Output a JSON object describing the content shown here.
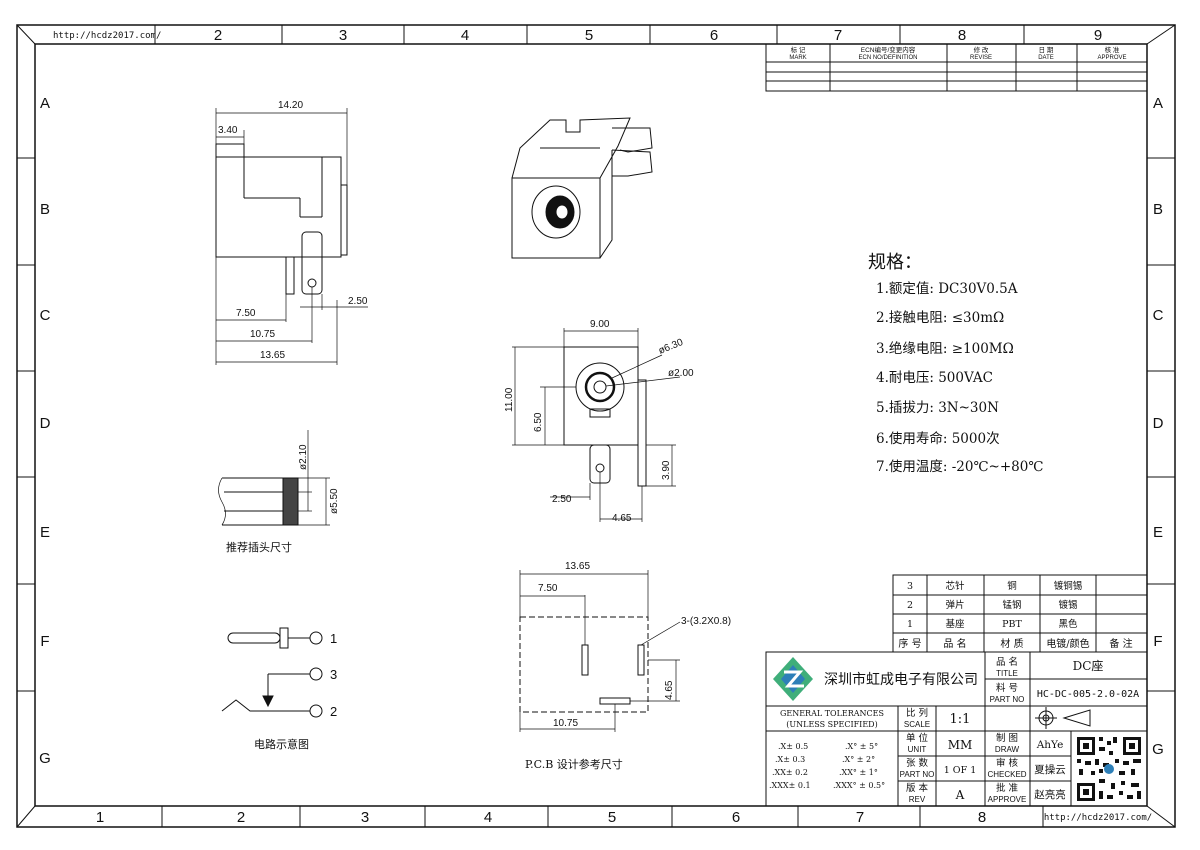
{
  "frame": {
    "url": "http://hcdz2017.com/",
    "cols": [
      "2",
      "3",
      "4",
      "5",
      "6",
      "7",
      "8",
      "9"
    ],
    "bottom_cols": [
      "1",
      "2",
      "3",
      "4",
      "5",
      "6",
      "7",
      "8"
    ],
    "rows": [
      "A",
      "B",
      "C",
      "D",
      "E",
      "F",
      "G"
    ]
  },
  "revision_block": {
    "headers": [
      {
        "cn": "标 记",
        "en": "MARK"
      },
      {
        "cn": "ECN编号/变更内容",
        "en": "ECN NO/DEFINITION"
      },
      {
        "cn": "修 改",
        "en": "REVISE"
      },
      {
        "cn": "日 期",
        "en": "DATE"
      },
      {
        "cn": "核 准",
        "en": "APPROVE"
      }
    ]
  },
  "side_view": {
    "dims": [
      "14.20",
      "3.40",
      "7.50",
      "2.50",
      "10.75",
      "13.65"
    ]
  },
  "front_view": {
    "dims": [
      "9.00",
      "ø6.30",
      "ø2.00",
      "11.00",
      "6.50",
      "3.90",
      "2.50",
      "4.65"
    ]
  },
  "plug_view": {
    "dims": [
      "ø2.10",
      "ø5.50"
    ],
    "caption": "推荐插头尺寸"
  },
  "pcb_view": {
    "dims": [
      "13.65",
      "7.50",
      "3-(3.2X0.8)",
      "4.65",
      "10.75"
    ],
    "caption": "P.C.B 设计参考尺寸"
  },
  "circuit": {
    "pins": [
      "1",
      "3",
      "2"
    ],
    "caption": "电路示意图"
  },
  "specs": {
    "title": "规格：",
    "items": [
      "1.额定值: DC30V0.5A",
      "2.接触电阻: ≤30mΩ",
      "3.绝缘电阻: ≥100MΩ",
      "4.耐电压: 500VAC",
      "5.插拔力: 3N~30N",
      "6.使用寿命: 5000次",
      "7.使用温度: -20℃~+80℃"
    ]
  },
  "bom": {
    "rows": [
      [
        "3",
        "芯针",
        "铜",
        "镀铜锡",
        ""
      ],
      [
        "2",
        "弹片",
        "锰钢",
        "镀锡",
        ""
      ],
      [
        "1",
        "基座",
        "PBT",
        "黑色",
        ""
      ]
    ],
    "header": [
      "序 号",
      "品 名",
      "材 质",
      "电镀/颜色",
      "备 注"
    ]
  },
  "title_block": {
    "company": "深圳市虹成电子有限公司",
    "name_label": {
      "cn": "品 名",
      "en": "TITLE"
    },
    "name_value": "DC座",
    "part_label": {
      "cn": "料 号",
      "en": "PART NO"
    },
    "part_value": "HC-DC-005-2.0-02A",
    "tolerance_title": "GENERAL TOLERANCES",
    "tolerance_sub": "(UNLESS SPECIFIED)",
    "tol_left": [
      ".X± 0.5",
      ".X± 0.3",
      ".XX± 0.2",
      ".XXX± 0.1"
    ],
    "tol_right": [
      ".X° ± 5°",
      ".X° ± 2°",
      ".XX° ± 1°",
      ".XXX° ± 0.5°"
    ],
    "scale_label": {
      "cn": "比 列",
      "en": "SCALE"
    },
    "scale_value": "1:1",
    "unit_label": {
      "cn": "单 位",
      "en": "UNIT"
    },
    "unit_value": "MM",
    "sheet_label": {
      "cn": "张 数",
      "en": "PART NO"
    },
    "sheet_value": "1 OF 1",
    "rev_label": {
      "cn": "版 本",
      "en": "REV"
    },
    "rev_value": "A",
    "draw_label": {
      "cn": "制 图",
      "en": "DRAW"
    },
    "draw_value": "AhYe",
    "check_label": {
      "cn": "审 核",
      "en": "CHECKED"
    },
    "check_value": "夏操云",
    "approve_label": {
      "cn": "批 准",
      "en": "APPROVE"
    },
    "approve_value": "赵亮亮"
  }
}
